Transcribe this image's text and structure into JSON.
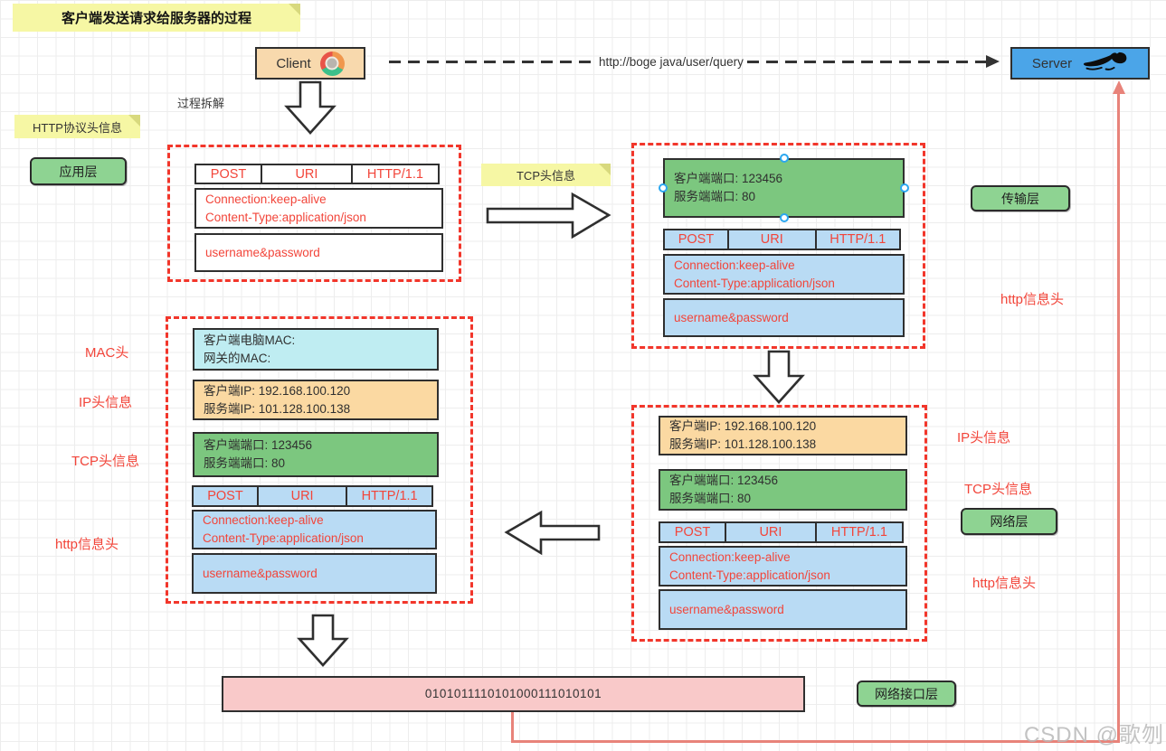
{
  "title": "客户端发送请求给服务器的过程",
  "endpoints": {
    "client": "Client",
    "server": "Server",
    "request_url": "http://boge java/user/query"
  },
  "labels": {
    "process_breakdown": "过程拆解",
    "http_protocol_header_note": "HTTP协议头信息",
    "tcp_header_note": "TCP头信息",
    "mac_header": "MAC头",
    "ip_header": "IP头信息",
    "tcp_header": "TCP头信息",
    "http_message_header": "http信息头"
  },
  "layers": {
    "application": "应用层",
    "transport": "传输层",
    "network": "网络层",
    "network_interface": "网络接口层"
  },
  "http": {
    "method": "POST",
    "uri": "URI",
    "version": "HTTP/1.1",
    "header_line1": "Connection:keep-alive",
    "header_line2": "Content-Type:application/json",
    "body": "username&password"
  },
  "tcp": {
    "line1": "客户端端口: 123456",
    "line2": "服务端端口: 80"
  },
  "ip": {
    "line1": "客户端IP: 192.168.100.120",
    "line2": "服务端IP: 101.128.100.138"
  },
  "mac": {
    "line1": "客户端电脑MAC:",
    "line2": "网关的MAC:"
  },
  "binary_stream": "0101011110101000111010101",
  "watermark": "CSDN @歌刎",
  "colors": {
    "sticky_yellow": "#f6f7a4",
    "layer_green": "#8ed392",
    "port_green": "#7cc77f",
    "http_blue": "#b9dbf4",
    "ip_orange": "#fbd9a2",
    "mac_cyan": "#bfedf2",
    "binary_pink": "#f9c9c9",
    "client_peach": "#f8d9ad",
    "server_blue": "#4ba5e8",
    "dashed_red": "#f2362b",
    "text_red": "#f2453a",
    "connector_salmon": "#e8837a"
  }
}
